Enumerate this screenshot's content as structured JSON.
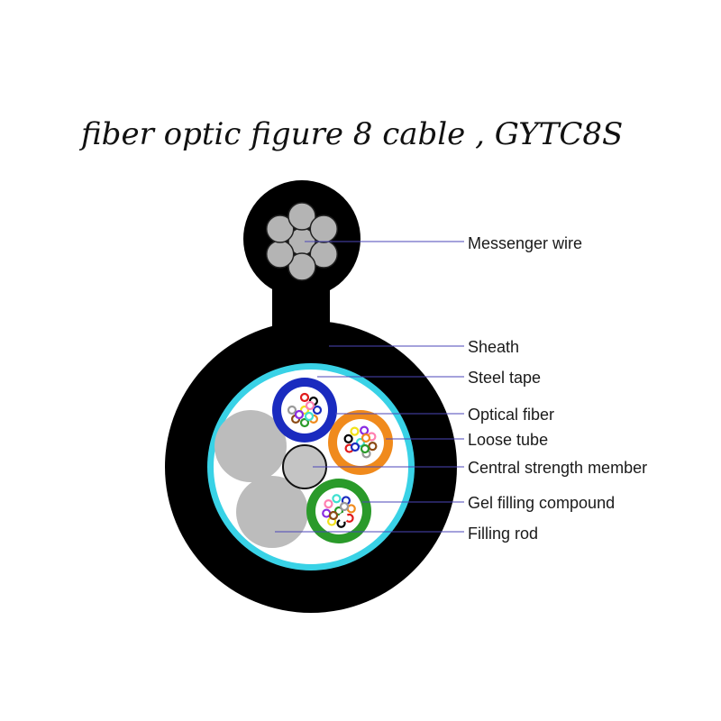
{
  "title": "fiber optic figure 8 cable , GYTC8S",
  "labels": {
    "messenger_wire": "Messenger wire",
    "sheath": "Sheath",
    "steel_tape": "Steel tape",
    "optical_fiber": "Optical fiber",
    "loose_tube": "Loose tube",
    "central_strength_member": "Central strength member",
    "gel_filling_compound": "Gel filling compound",
    "filling_rod": "Filling rod"
  },
  "colors": {
    "sheath": "#000000",
    "steel_tape": "#39d2e6",
    "inner_fill": "#ffffff",
    "messenger_strand": "#b4b4b4",
    "filling_rod": "#bcbcbc",
    "central_member": "#c4c4c4",
    "loose_tube_blue": "#1a2bbf",
    "loose_tube_orange": "#f08a1c",
    "loose_tube_green": "#2a9a2a",
    "leader_line": "#4b46b8"
  },
  "fiber_colors": [
    "#1a2bbf",
    "#f08a1c",
    "#2a9a2a",
    "#8b4a14",
    "#9a9a9a",
    "#ffffff",
    "#e01b1b",
    "#000000",
    "#f2e21a",
    "#8a2be2",
    "#ff7fb0",
    "#40e0d0"
  ]
}
